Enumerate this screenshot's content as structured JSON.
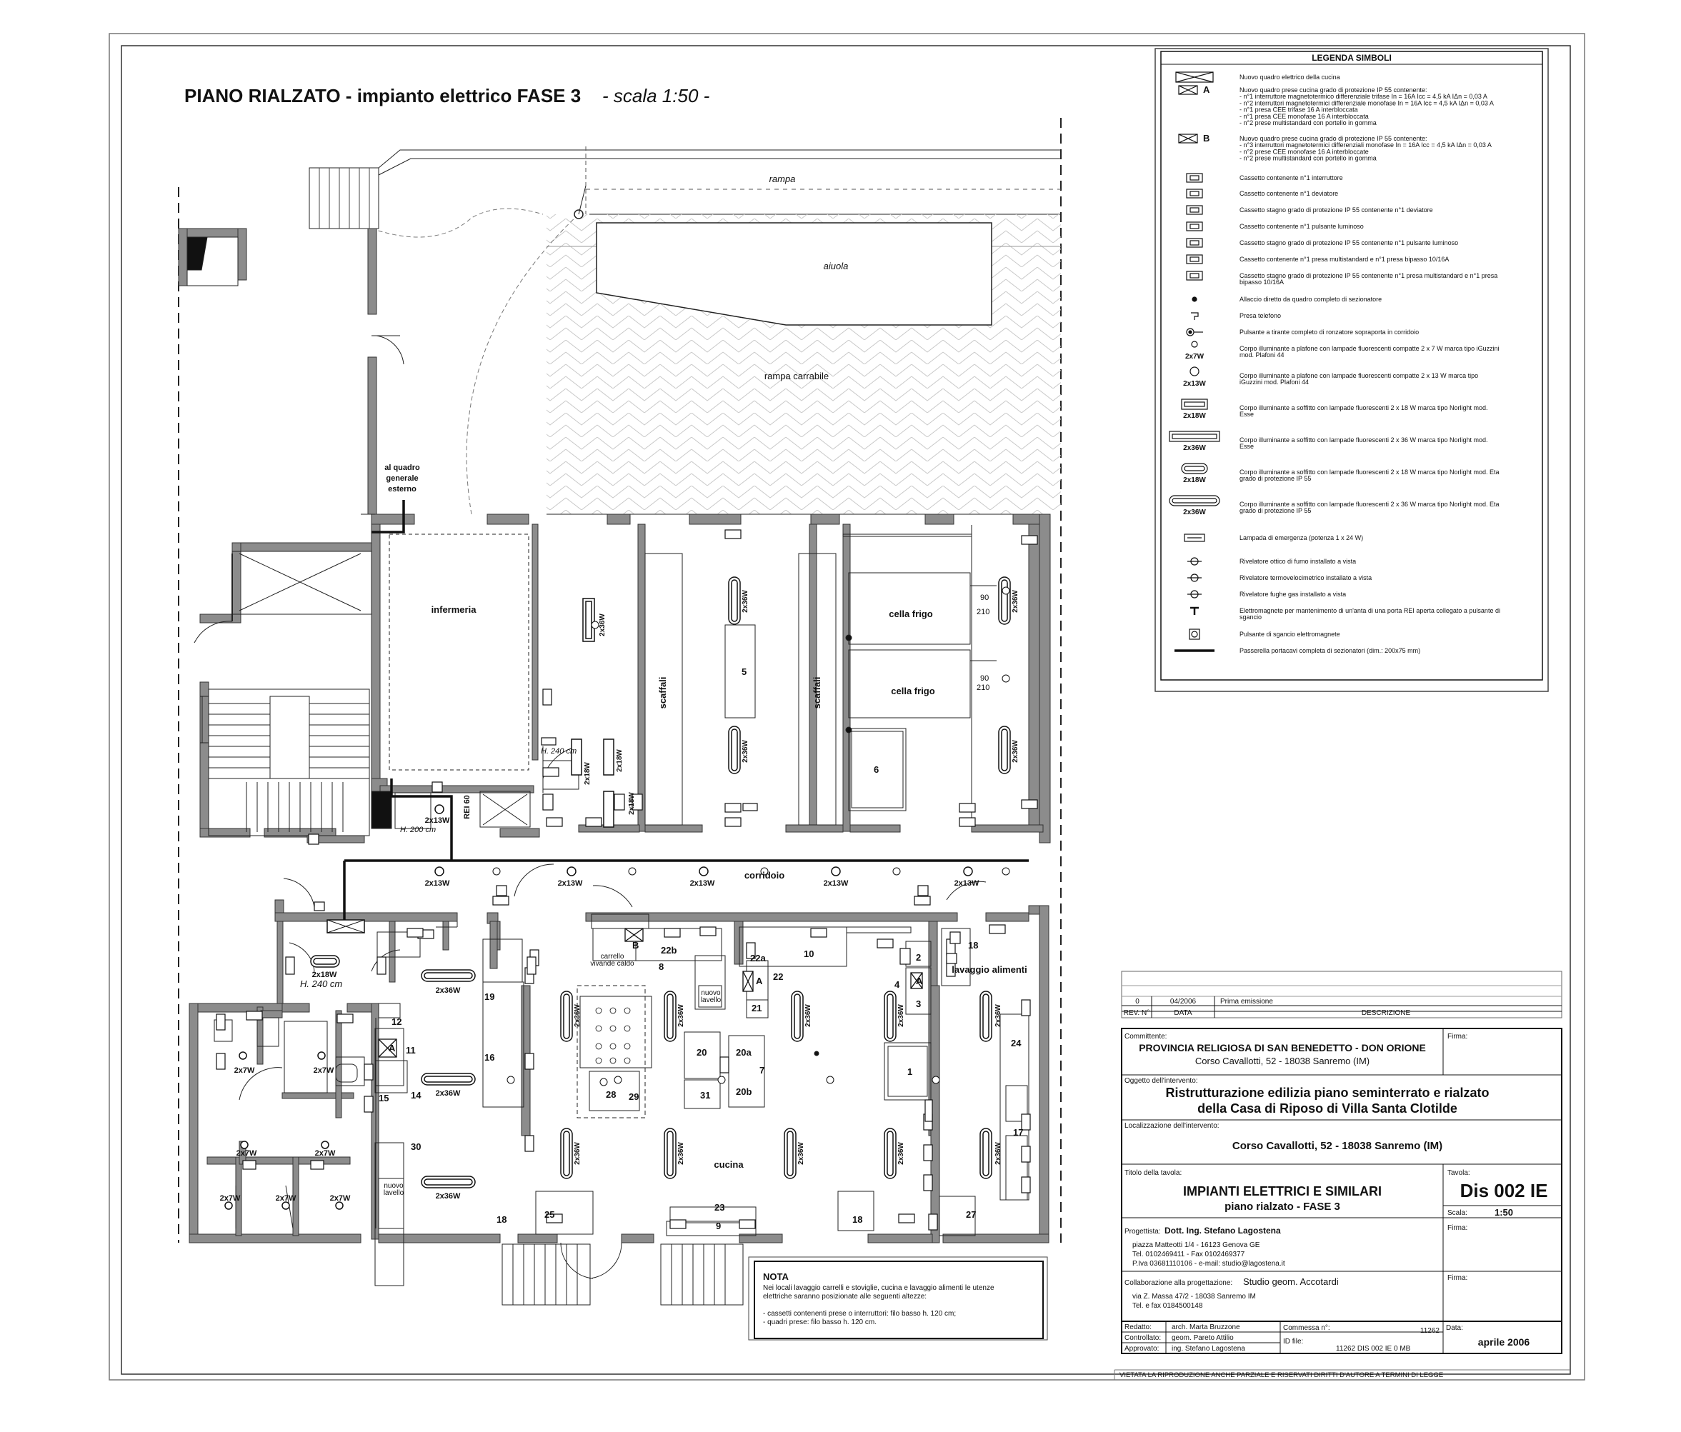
{
  "title": {
    "main": "PIANO RIALZATO - impianto elettrico FASE 3",
    "scale": " - scala 1:50 -"
  },
  "legend": {
    "title": "LEGENDA SIMBOLI",
    "items": [
      {
        "sym": "",
        "lines": [
          "Nuovo quadro elettrico della cucina"
        ]
      },
      {
        "sym": "A",
        "lines": [
          "Nuovo quadro prese cucina grado di protezione IP 55 contenente:",
          "- n°1 interruttore magnetotermico differenziale trifase In = 16A  Icc = 4,5 kA  IΔn = 0,03 A",
          "- n°2 interruttori magnetotermici differenziale monofase In = 16A  Icc = 4,5 kA  IΔn = 0,03 A",
          "- n°1 presa CEE trifase 16 A interbloccata",
          "- n°1 presa CEE monofase 16 A interbloccata",
          "- n°2 prese multistandard con portello in gomma"
        ]
      },
      {
        "sym": "B",
        "lines": [
          "Nuovo quadro prese cucina grado di protezione IP 55 contenente:",
          "- n°3 interruttori magnetotermici differenziali monofase In = 16A  Icc = 4,5 kA  IΔn = 0,03 A",
          "- n°2 prese CEE monofase 16 A interbloccate",
          "- n°2 prese multistandard con portello in gomma"
        ]
      },
      {
        "sym": "",
        "lines": [
          "Cassetto contenente n°1 interruttore"
        ]
      },
      {
        "sym": "",
        "lines": [
          "Cassetto contenente n°1 deviatore"
        ]
      },
      {
        "sym": "",
        "lines": [
          "Cassetto stagno grado di protezione IP 55 contenente n°1 deviatore"
        ]
      },
      {
        "sym": "",
        "lines": [
          "Cassetto contenente n°1 pulsante luminoso"
        ]
      },
      {
        "sym": "",
        "lines": [
          "Cassetto stagno grado di protezione IP 55 contenente n°1 pulsante luminoso"
        ]
      },
      {
        "sym": "",
        "lines": [
          "Cassetto contenente n°1 presa multistandard e n°1 presa bipasso 10/16A"
        ]
      },
      {
        "sym": "",
        "lines": [
          "Cassetto stagno grado di protezione IP 55 contenente n°1 presa multistandard e n°1 presa",
          "bipasso 10/16A"
        ]
      },
      {
        "sym": "",
        "lines": [
          "Allaccio diretto da quadro completo di sezionatore"
        ]
      },
      {
        "sym": "",
        "lines": [
          "Presa telefono"
        ]
      },
      {
        "sym": "",
        "lines": [
          "Pulsante a tirante completo di ronzatore sopraporta in corridoio"
        ]
      },
      {
        "sym": "2x7W",
        "lines": [
          "Corpo illuminante a plafone con lampade fluorescenti compatte 2 x 7 W marca tipo iGuzzini",
          "mod. Plafoni 44"
        ]
      },
      {
        "sym": "2x13W",
        "lines": [
          "Corpo illuminante a plafone con lampade fluorescenti compatte 2 x 13 W marca tipo",
          "iGuzzini mod. Plafoni 44"
        ]
      },
      {
        "sym": "2x18W",
        "lines": [
          "Corpo illuminante a soffitto con lampade fluorescenti 2 x 18 W marca tipo Norlight mod.",
          "Esse"
        ]
      },
      {
        "sym": "2x36W",
        "lines": [
          "Corpo illuminante a soffitto con lampade fluorescenti 2 x 36 W marca tipo Norlight mod.",
          "Esse"
        ]
      },
      {
        "sym": "2x18W",
        "lines": [
          "Corpo illuminante a soffitto con lampade fluorescenti 2 x 18 W marca tipo Norlight mod. Eta",
          "grado di protezione IP 55"
        ]
      },
      {
        "sym": "2x36W",
        "lines": [
          "Corpo illuminante a soffitto con lampade fluorescenti 2 x 36 W marca tipo Norlight mod. Eta",
          "grado di protezione IP 55"
        ]
      },
      {
        "sym": "",
        "lines": [
          "Lampada di emergenza (potenza 1 x 24 W)"
        ]
      },
      {
        "sym": "",
        "lines": [
          "Rivelatore ottico di fumo installato a vista"
        ]
      },
      {
        "sym": "",
        "lines": [
          "Rivelatore termovelocimetrico installato a vista"
        ]
      },
      {
        "sym": "",
        "lines": [
          "Rivelatore fughe gas installato a vista"
        ]
      },
      {
        "sym": "",
        "lines": [
          "Elettromagnete per mantenimento di un'anta di una porta REI aperta collegato a pulsante di",
          "sgancio"
        ]
      },
      {
        "sym": "",
        "lines": [
          "Pulsante di sgancio elettromagnete"
        ]
      },
      {
        "sym": "",
        "lines": [
          "Passerella portacavi completa di sezionatori (dim.: 200x75 mm)"
        ]
      }
    ]
  },
  "rooms": {
    "rampa": "rampa",
    "aiuola": "aiuola",
    "rampa_carrabile": "rampa carrabile",
    "infermeria": "infermeria",
    "cella_frigo": "cella frigo",
    "scaffali": "scaffali",
    "corridoio": "corridoio",
    "cucina": "cucina",
    "lavaggio_alimenti": "lavaggio alimenti",
    "quadro": [
      "al quadro",
      "generale",
      "esterno"
    ],
    "rei": "REI 60",
    "carrello": [
      "carrello",
      "vivande caldo"
    ],
    "nuovo_lavello": [
      "nuovo",
      "lavello"
    ]
  },
  "labels": {
    "h240": "H. 240 cm",
    "h200": "H. 200 cm",
    "l2x7": "2x7W",
    "l2x13": "2x13W",
    "l2x18": "2x18W",
    "l2x36": "2x36W",
    "val90": "90",
    "val210": "210",
    "eq_5": "5",
    "eq_6": "6",
    "eq_1": "1",
    "eq_2": "2",
    "eq_3": "3",
    "eq_4": "4",
    "eq_7": "7",
    "eq_8": "8",
    "eq_9": "9",
    "eq_10": "10",
    "eq_11": "11",
    "eq_12": "12",
    "eq_14": "14",
    "eq_15": "15",
    "eq_16": "16",
    "eq_17": "17",
    "eq_18": "18",
    "eq_19": "19",
    "eq_20": "20",
    "eq_20a": "20a",
    "eq_20b": "20b",
    "eq_21": "21",
    "eq_22": "22",
    "eq_22a": "22a",
    "eq_22b": "22b",
    "eq_23": "23",
    "eq_24": "24",
    "eq_25": "25",
    "eq_27": "27",
    "eq_28": "28",
    "eq_29": "29",
    "eq_30": "30",
    "eq_31": "31",
    "qA": "A",
    "qB": "B"
  },
  "nota": {
    "title": "NOTA",
    "lines": [
      "Nei locali lavaggio carrelli e stoviglie, cucina e lavaggio alimenti le utenze",
      "elettriche saranno posizionate alle seguenti altezze:",
      "",
      "- cassetti contenenti prese o interruttori: filo basso h. 120 cm;",
      "- quadri prese: filo basso h. 120 cm."
    ]
  },
  "revisions": {
    "rev": "0",
    "date": "04/2006",
    "desc": "Prima emissione",
    "h_rev": "REV. N°",
    "h_date": "DATA",
    "h_desc": "DESCRIZIONE"
  },
  "titleblock": {
    "committente_label": "Committente:",
    "committente": "PROVINCIA RELIGIOSA DI SAN BENEDETTO - DON ORIONE",
    "committente_addr": "Corso Cavallotti, 52 - 18038 Sanremo (IM)",
    "firma": "Firma:",
    "oggetto_label": "Oggetto dell'intervento:",
    "oggetto1": "Ristrutturazione edilizia piano seminterrato e rialzato",
    "oggetto2": "della Casa di Riposo di Villa Santa Clotilde",
    "loc_label": "Localizzazione dell'intervento:",
    "loc": "Corso Cavallotti, 52  - 18038 Sanremo (IM)",
    "titolo_label": "Titolo della tavola:",
    "titolo1": "IMPIANTI ELETTRICI E SIMILARI",
    "titolo2": "piano rialzato - FASE 3",
    "tavola_label": "Tavola:",
    "tavola": "Dis 002 IE",
    "scala_label": "Scala:",
    "scala": "1:50",
    "prog_label": "Progettista:",
    "prog": "Dott. Ing. Stefano Lagostena",
    "prog_addr": [
      "piazza Matteotti 1/4 - 16123 Genova GE",
      "Tel. 0102469411 - Fax 0102469377",
      "P.Iva  03681110106 - e-mail: studio@lagostena.it"
    ],
    "collab_label": "Collaborazione alla progettazione:",
    "collab": "Studio geom. Accotardi",
    "collab_addr": [
      "via Z. Massa 47/2 - 18038 Sanremo IM",
      "Tel. e fax 0184500148"
    ],
    "redatto_label": "Redatto:",
    "redatto": "arch. Marta Bruzzone",
    "controllato_label": "Controllato:",
    "controllato": "geom. Pareto Attilio",
    "approvato_label": "Approvato:",
    "approvato": "ing. Stefano Lagostena",
    "commessa_label": "Commessa n°:",
    "commessa": "11262",
    "idfile_label": "ID file:",
    "idfile": "11262  DIS  002  IE  0  MB",
    "data_label": "Data:",
    "data": "aprile 2006",
    "copyright": "VIETATA LA RIPRODUZIONE ANCHE PARZIALE E RISERVATI DIRITTI D'AUTORE A TERMINI DI LEGGE"
  },
  "colors": {
    "wall": "#8c8c8c",
    "line": "#111111",
    "hatch": "#bdbdbd"
  }
}
